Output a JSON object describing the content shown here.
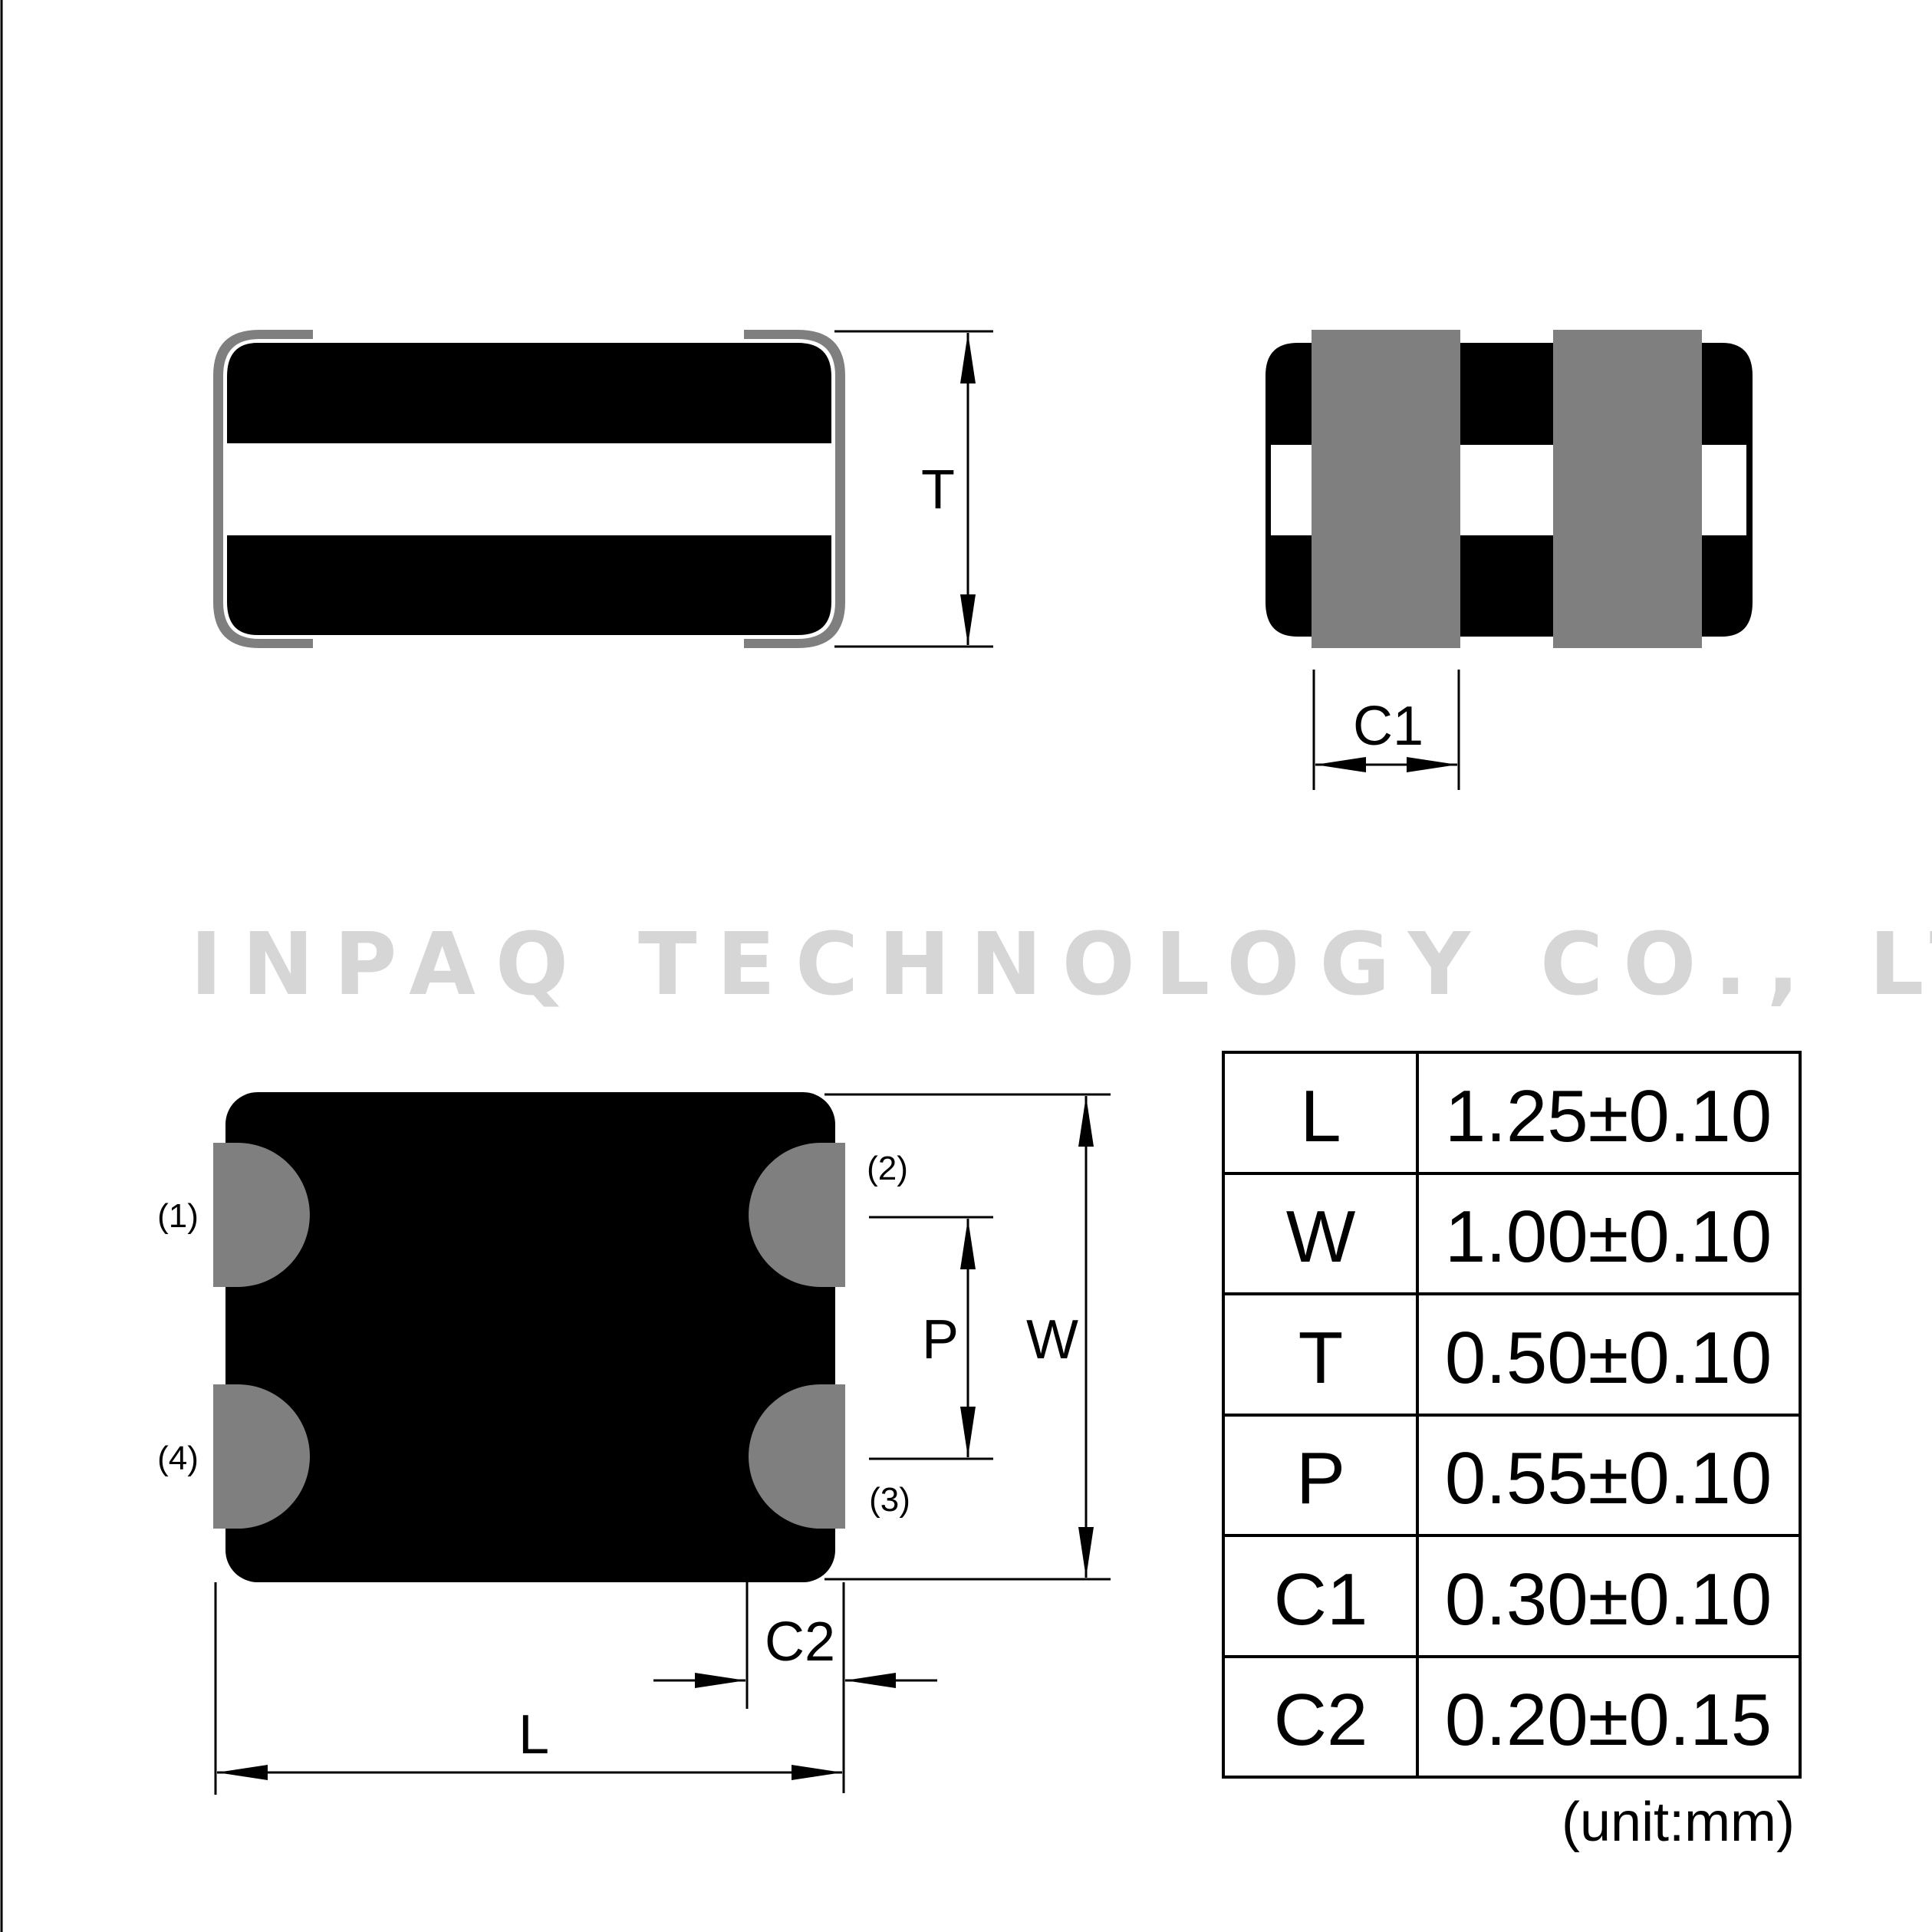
{
  "watermark": "INPAQ TECHNOLOGY CO., LTD.",
  "side_view": {
    "dimension_label": "T"
  },
  "end_view": {
    "dimension_label": "C1"
  },
  "top_view": {
    "pins": [
      "(1)",
      "(2)",
      "(3)",
      "(4)"
    ],
    "dimension_labels": {
      "pitch": "P",
      "width": "W",
      "length": "L",
      "terminal": "C2"
    }
  },
  "dimension_table": {
    "rows": [
      {
        "symbol": "L",
        "value": "1.25±0.10"
      },
      {
        "symbol": "W",
        "value": "1.00±0.10"
      },
      {
        "symbol": "T",
        "value": "0.50±0.10"
      },
      {
        "symbol": "P",
        "value": "0.55±0.10"
      },
      {
        "symbol": "C1",
        "value": "0.30±0.10"
      },
      {
        "symbol": "C2",
        "value": "0.20±0.15"
      }
    ],
    "unit_note": "(unit:mm)"
  },
  "colors": {
    "body": "#000000",
    "terminal": "#7f7f7f",
    "watermark": "#d6d6d6"
  }
}
